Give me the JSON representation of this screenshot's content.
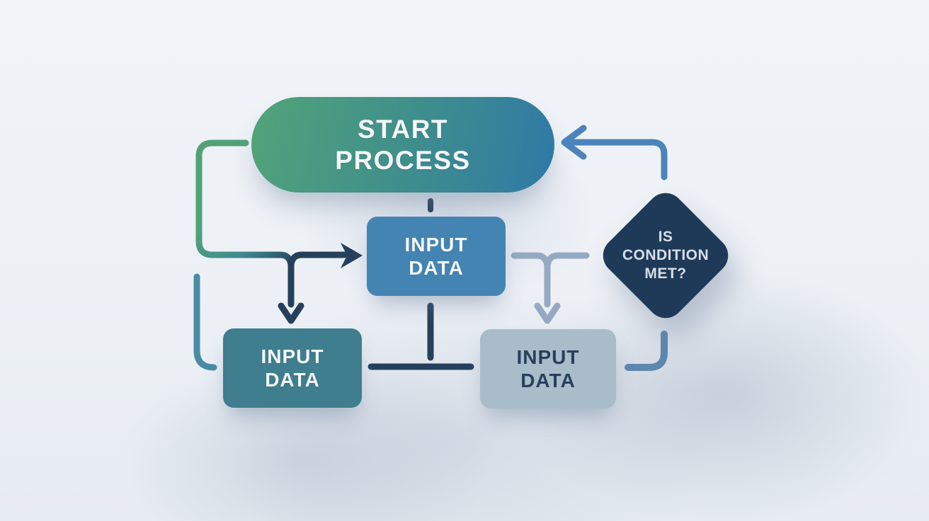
{
  "diagram": {
    "type": "flowchart",
    "nodes": {
      "start": {
        "shape": "terminator-pill",
        "lines": [
          "START",
          "PROCESS"
        ],
        "fill": "gradient #52a47a to #2f79a7",
        "text_color": "#f4f7f9"
      },
      "input_top": {
        "shape": "process-rect",
        "lines": [
          "INPUT",
          "DATA"
        ],
        "fill": "#4484b3",
        "text_color": "#f4f7f9"
      },
      "input_left": {
        "shape": "process-rect",
        "lines": [
          "INPUT",
          "DATA"
        ],
        "fill": "#3e7e8e",
        "text_color": "#f4f7f9"
      },
      "input_right": {
        "shape": "process-rect",
        "lines": [
          "INPUT",
          "DATA"
        ],
        "fill": "#a9bcca",
        "text_color": "#27415c"
      },
      "condition": {
        "shape": "decision-diamond",
        "lines": [
          "IS",
          "CONDITION",
          "MET?"
        ],
        "fill": "#1e3a58",
        "text_color": "#d8dee7"
      }
    },
    "edges": [
      {
        "id": "start-dotted-stub",
        "from": "start",
        "to": "input_top",
        "style": "short-dash",
        "color": "#24405c"
      },
      {
        "id": "start-left-elbow",
        "from": "start",
        "to": "junction",
        "style": "elbow-gradient",
        "color": "#52a179 to #24405c"
      },
      {
        "id": "junction-arrow-right",
        "from": "junction",
        "to": "input_top",
        "style": "arrow-right",
        "color": "#24405c"
      },
      {
        "id": "junction-arrow-down",
        "from": "junction",
        "to": "input_left",
        "style": "arrow-down",
        "color": "#24405c"
      },
      {
        "id": "fork-right-line",
        "from": "input_top",
        "to": "condition",
        "style": "line",
        "color": "#95aac2"
      },
      {
        "id": "fork-arrow-down",
        "from": "input_top",
        "to": "input_right",
        "style": "arrow-down",
        "color": "#95aac2"
      },
      {
        "id": "condition-loopback",
        "from": "condition",
        "to": "start",
        "style": "elbow-arrow-left",
        "color": "#4c83bb"
      },
      {
        "id": "condition-j-curve",
        "from": "condition",
        "to": "input_right",
        "style": "curve",
        "color": "#5e87ad"
      },
      {
        "id": "bottom-link-line",
        "from": "input_left",
        "to": "input_right",
        "style": "line",
        "color": "#24405c"
      },
      {
        "id": "input-top-down-stub",
        "from": "input_top",
        "to": null,
        "style": "line-stub",
        "color": "#24405c"
      },
      {
        "id": "input-left-curve-stub",
        "from": "input_left",
        "to": null,
        "style": "curve-stub",
        "color": "#4a8ba5"
      }
    ]
  },
  "colors": {
    "pill_green": "#52a47a",
    "pill_mid": "#3f8e8c",
    "pill_blue": "#2f79a7",
    "process_blue": "#4484b3",
    "process_teal": "#3e7e8e",
    "process_light": "#a9bcca",
    "diamond_navy": "#1e3a58",
    "line_navy": "#24405c",
    "line_green": "#52a179",
    "line_teal": "#3f8b90",
    "loop_blue": "#4c83bb",
    "fork_light": "#95aac2",
    "j_blue": "#5e87ad",
    "curve_teal": "#4a8ba5",
    "bg": "#edf1f6",
    "text_white": "#f4f7f9",
    "diamond_text": "#d8dee7",
    "dark_text": "#27415c"
  }
}
